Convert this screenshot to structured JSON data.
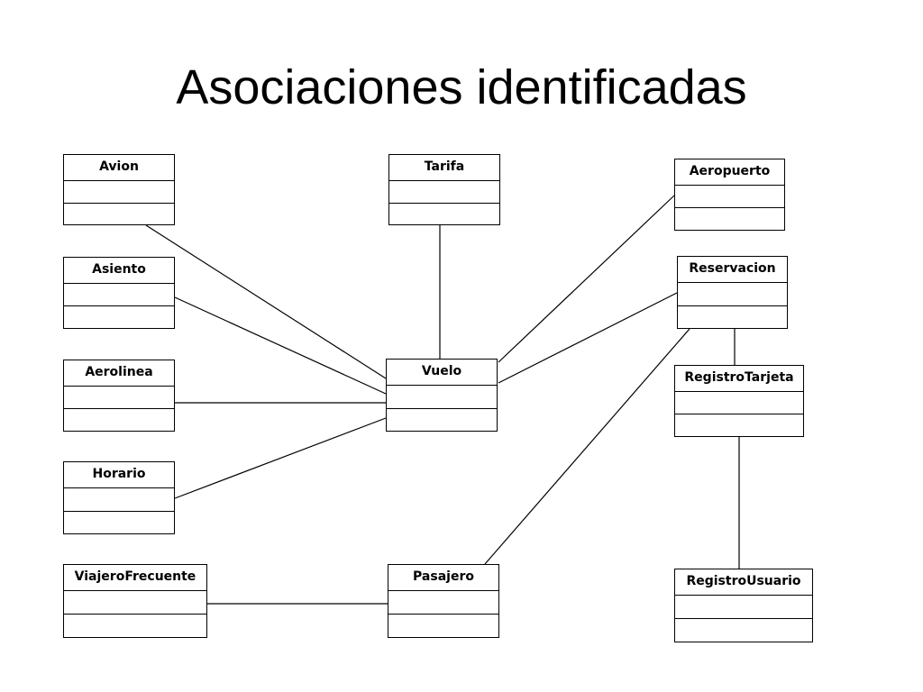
{
  "title": "Asociaciones identificadas",
  "classes": {
    "avion": "Avion",
    "tarifa": "Tarifa",
    "aeropuerto": "Aeropuerto",
    "asiento": "Asiento",
    "reservacion": "Reservacion",
    "aerolinea": "Aerolinea",
    "vuelo": "Vuelo",
    "registro_tarjeta": "RegistroTarjeta",
    "horario": "Horario",
    "viajero_frecuente": "ViajeroFrecuente",
    "pasajero": "Pasajero",
    "registro_usuario": "RegistroUsuario"
  },
  "associations": [
    [
      "Avion",
      "Vuelo"
    ],
    [
      "Asiento",
      "Vuelo"
    ],
    [
      "Aerolinea",
      "Vuelo"
    ],
    [
      "Horario",
      "Vuelo"
    ],
    [
      "Tarifa",
      "Vuelo"
    ],
    [
      "Aeropuerto",
      "Vuelo"
    ],
    [
      "Reservacion",
      "Vuelo"
    ],
    [
      "Reservacion",
      "Pasajero"
    ],
    [
      "Reservacion",
      "RegistroTarjeta"
    ],
    [
      "RegistroTarjeta",
      "RegistroUsuario"
    ],
    [
      "ViajeroFrecuente",
      "Pasajero"
    ]
  ],
  "colors": {
    "line": "#000000",
    "background": "#ffffff"
  }
}
